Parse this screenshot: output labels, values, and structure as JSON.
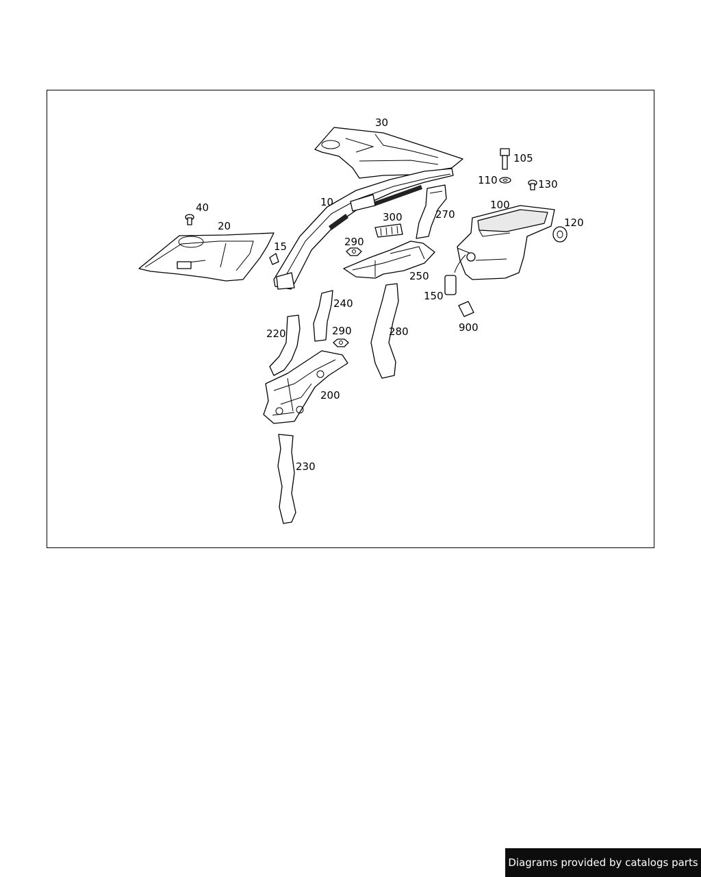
{
  "callouts": {
    "c10": "10",
    "c15": "15",
    "c20": "20",
    "c30": "30",
    "c40": "40",
    "c100": "100",
    "c105": "105",
    "c110": "110",
    "c120": "120",
    "c130": "130",
    "c150": "150",
    "c200": "200",
    "c220": "220",
    "c230": "230",
    "c240": "240",
    "c250": "250",
    "c270": "270",
    "c280": "280",
    "c290a": "290",
    "c290b": "290",
    "c300": "300",
    "c900": "900"
  },
  "footer": {
    "credit": "Diagrams provided by catalogs parts"
  }
}
